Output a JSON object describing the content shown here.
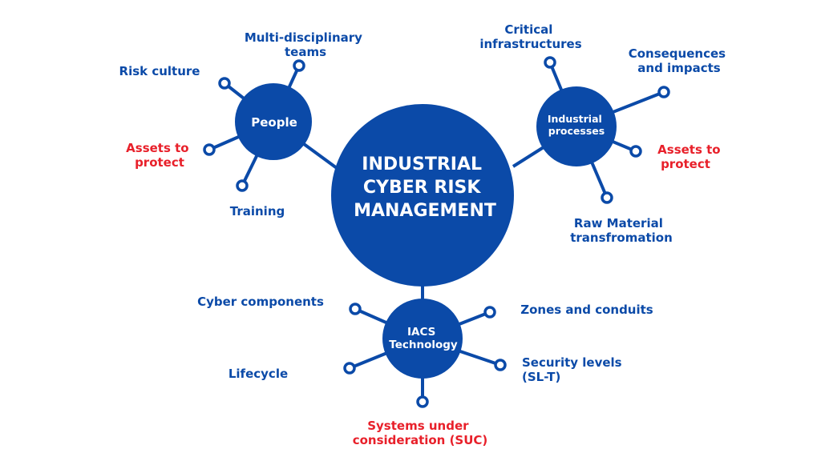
{
  "colors": {
    "primary": "#0b4aa8",
    "highlight": "#e8202a"
  },
  "center": {
    "lines": [
      "INDUSTRIAL",
      "CYBER RISK",
      "MANAGEMENT"
    ]
  },
  "people": {
    "title": "People",
    "branches": {
      "multi": [
        "Multi-disciplinary",
        "teams"
      ],
      "risk_culture": [
        "Risk culture"
      ],
      "assets": [
        "Assets to",
        "protect"
      ],
      "training": [
        "Training"
      ]
    }
  },
  "industrial": {
    "title": [
      "Industrial",
      "processes"
    ],
    "branches": {
      "critical": [
        "Critical",
        "infrastructures"
      ],
      "consequences": [
        "Consequences",
        "and impacts"
      ],
      "assets": [
        "Assets to",
        "protect"
      ],
      "raw": [
        "Raw Material",
        "transfromation"
      ]
    }
  },
  "iacs": {
    "title": [
      "IACS",
      "Technology"
    ],
    "branches": {
      "cyber": [
        "Cyber components"
      ],
      "zones": [
        "Zones and conduits"
      ],
      "lifecycle": [
        "Lifecycle"
      ],
      "security": [
        "Security levels",
        "(SL-T)"
      ],
      "suc": [
        "Systems under",
        "consideration (SUC)"
      ]
    }
  }
}
